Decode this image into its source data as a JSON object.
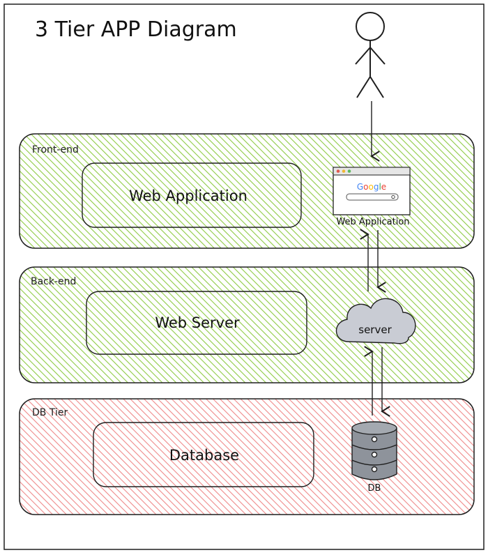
{
  "title": "3 Tier APP Diagram",
  "tiers": [
    {
      "label": "Front-end",
      "box_label": "Web Application",
      "color": "#9bcf53"
    },
    {
      "label": "Back-end",
      "box_label": "Web Server",
      "color": "#9bcf53"
    },
    {
      "label": "DB Tier",
      "box_label": "Database",
      "color": "#f08c8c"
    }
  ],
  "icons": {
    "browser": {
      "label": "Web Application",
      "search_brand": "Google"
    },
    "server": {
      "label": "server"
    },
    "database": {
      "label": "DB"
    },
    "user": {
      "name": "user-stick-figure-icon"
    }
  },
  "colors": {
    "green_fill": "#c6e89a",
    "red_fill": "#f5b3b3",
    "cloud_fill": "#c9ccd4",
    "db_fill": "#8e939b",
    "stroke": "#1e1e1e"
  }
}
